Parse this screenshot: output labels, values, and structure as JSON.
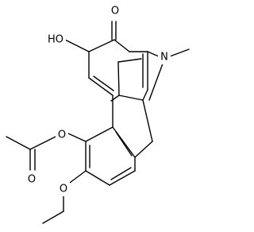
{
  "diagram": {
    "type": "skeletal-structure",
    "atoms": {
      "ketone_o": "O",
      "hydroxyl": "HO",
      "amine_n": "N",
      "acetoxy_ring_o": "O",
      "acetyl_carbonyl_o": "O",
      "methoxy_o": "O"
    }
  }
}
